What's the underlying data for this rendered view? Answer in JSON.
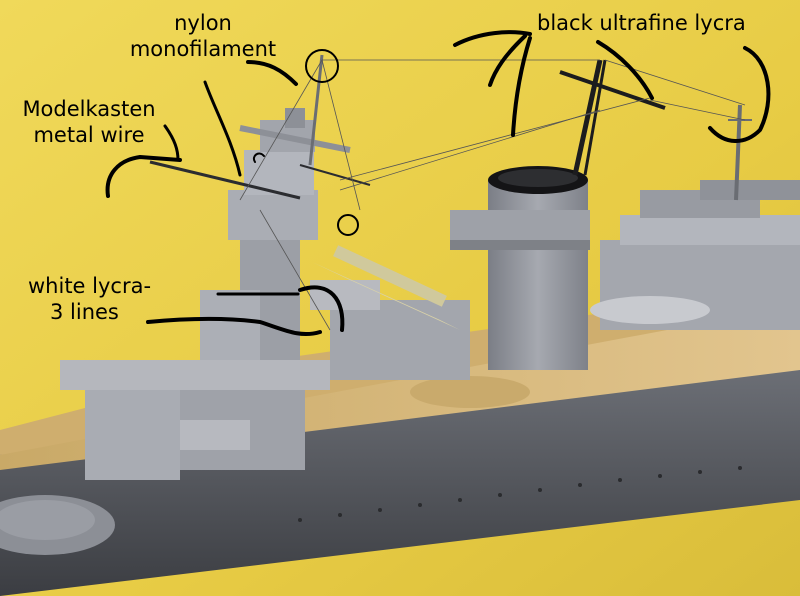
{
  "annotations": {
    "nylon_line1": "nylon",
    "nylon_line2": "monofilament",
    "black_lycra": "black ultrafine lycra",
    "modelkasten_line1": "Modelkasten",
    "modelkasten_line2": "metal wire",
    "white_lycra_line1": "white lycra-",
    "white_lycra_line2": "3 lines"
  },
  "colors": {
    "background": "#ead04a",
    "hull_grey": "#8f9299",
    "deck_wood": "#d8b77a",
    "annotation_ink": "#000000"
  }
}
